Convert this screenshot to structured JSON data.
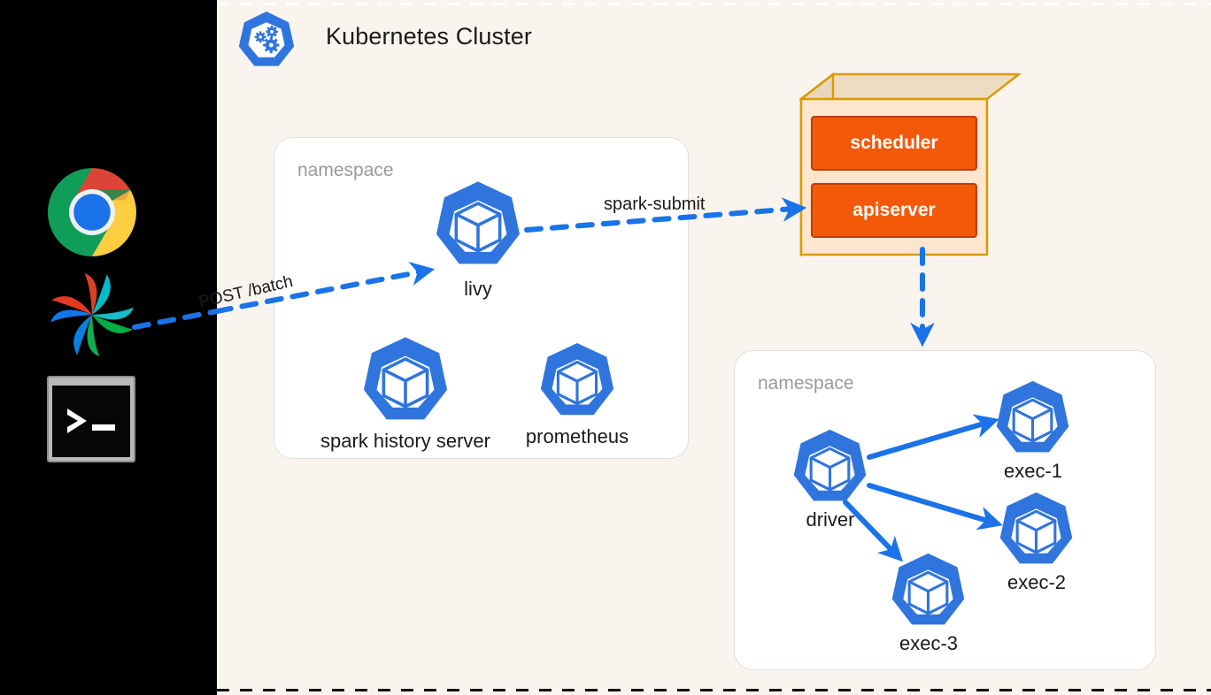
{
  "canvas": {
    "background_color": "#faf4ef",
    "dock_background_color": "#000000"
  },
  "dock": {
    "icons": [
      {
        "name": "chrome-icon",
        "label": "Google Chrome"
      },
      {
        "name": "airflow-icon",
        "label": "Apache Airflow"
      },
      {
        "name": "terminal-icon",
        "label": "Terminal",
        "prompt": ">_"
      }
    ]
  },
  "header": {
    "title": "Kubernetes Cluster",
    "logo_name": "kubernetes-logo"
  },
  "namespaces": [
    {
      "id": "ns-left",
      "label": "namespace",
      "pods": [
        {
          "id": "livy",
          "label": "livy"
        },
        {
          "id": "spark-history-server",
          "label": "spark history server"
        },
        {
          "id": "prometheus",
          "label": "prometheus"
        }
      ]
    },
    {
      "id": "ns-right",
      "label": "namespace",
      "pods": [
        {
          "id": "driver",
          "label": "driver"
        },
        {
          "id": "exec-1",
          "label": "exec-1"
        },
        {
          "id": "exec-2",
          "label": "exec-2"
        },
        {
          "id": "exec-3",
          "label": "exec-3"
        }
      ]
    }
  ],
  "control_plane": {
    "name": "kubernetes-control-plane",
    "fill_color": "#fde6cd",
    "border_color": "#d99b00",
    "components": [
      {
        "id": "scheduler",
        "label": "scheduler",
        "color": "#f4590a"
      },
      {
        "id": "apiserver",
        "label": "apiserver",
        "color": "#f4590a"
      }
    ]
  },
  "edges": [
    {
      "id": "post-batch",
      "label": "POST /batch",
      "style": "dashed",
      "color": "#1a73e8",
      "from": "airflow-icon",
      "to": "livy"
    },
    {
      "id": "spark-submit",
      "label": "spark-submit",
      "style": "dashed",
      "color": "#1a73e8",
      "from": "livy",
      "to": "apiserver"
    },
    {
      "id": "apiserver-to-namespace",
      "label": "",
      "style": "dashed",
      "color": "#1a73e8",
      "from": "apiserver",
      "to": "ns-right"
    },
    {
      "id": "driver-to-exec1",
      "label": "",
      "style": "solid",
      "color": "#1a73e8",
      "from": "driver",
      "to": "exec-1"
    },
    {
      "id": "driver-to-exec2",
      "label": "",
      "style": "solid",
      "color": "#1a73e8",
      "from": "driver",
      "to": "exec-2"
    },
    {
      "id": "driver-to-exec3",
      "label": "",
      "style": "solid",
      "color": "#1a73e8",
      "from": "driver",
      "to": "exec-3"
    }
  ],
  "colors": {
    "pod_blue": "#3075dd",
    "arrow_blue": "#1a73e8",
    "orange": "#f4590a",
    "gold": "#d99b00",
    "namespace_label": "#9a9a9a"
  }
}
